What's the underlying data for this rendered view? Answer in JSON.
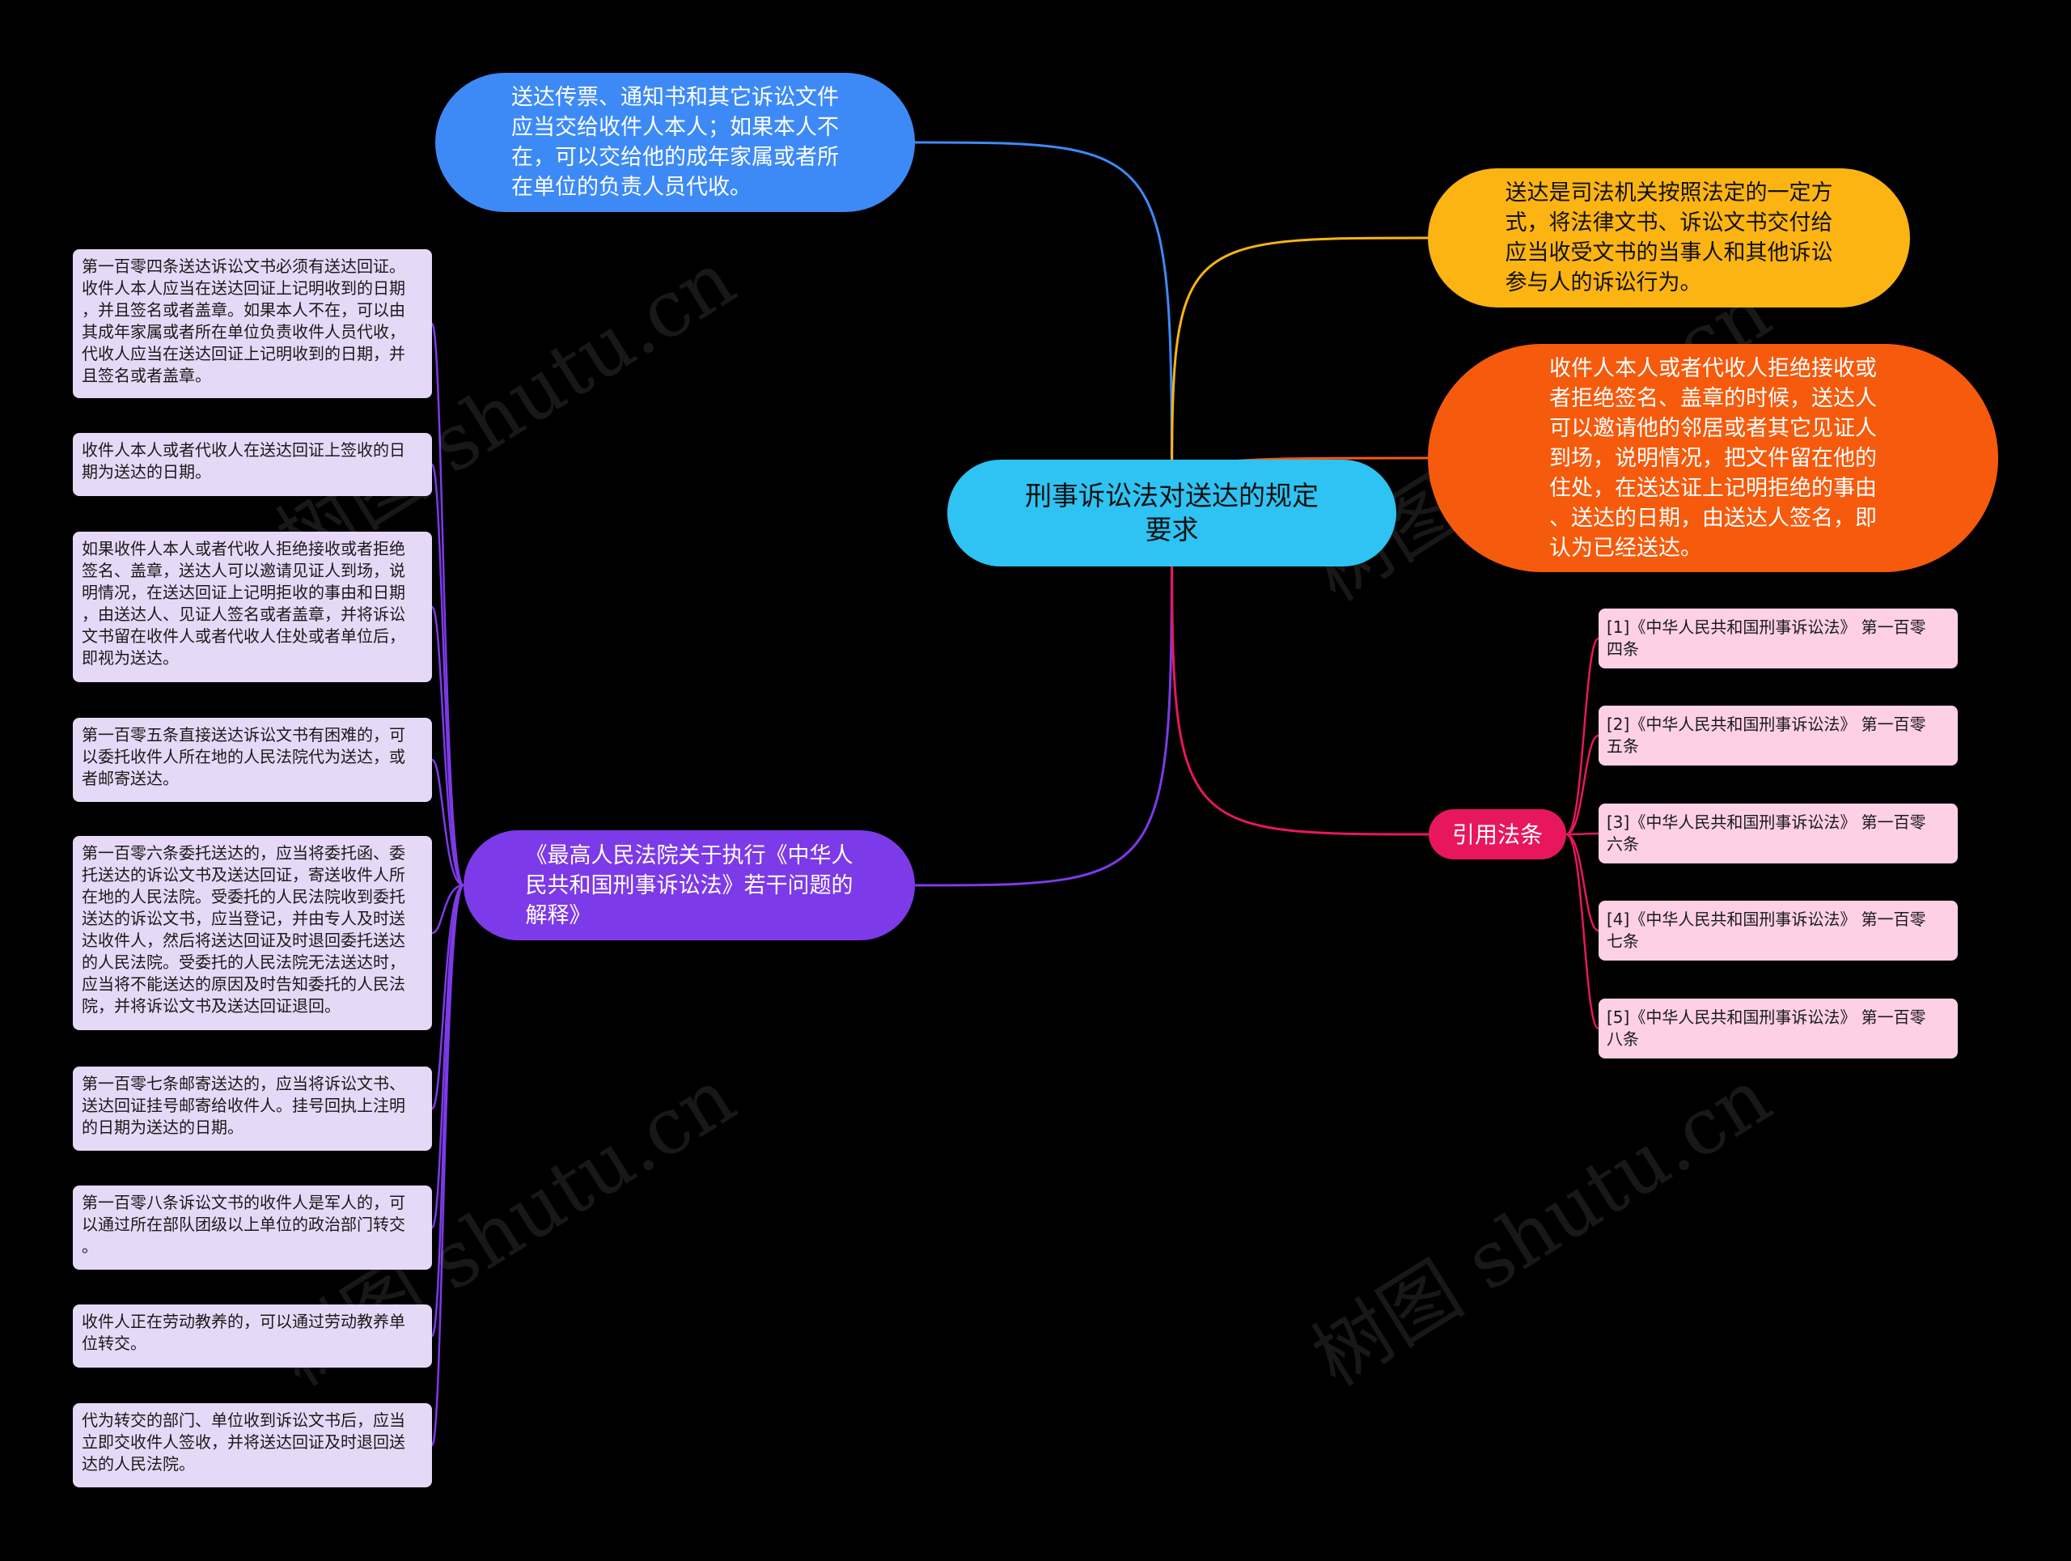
{
  "central": {
    "text": "刑事诉讼法对送达的规定\n要求",
    "color": "#2ec3f2"
  },
  "nodes": {
    "top_left": {
      "text": "送达传票、通知书和其它诉讼文件\n应当交给收件人本人；如果本人不\n在，可以交给他的成年家属或者所\n在单位的负责人员代收。",
      "color": "#3d8af7"
    },
    "right_top": {
      "text": "送达是司法机关按照法定的一定方\n式，将法律文书、诉讼文书交付给\n应当收受文书的当事人和其他诉讼\n参与人的诉讼行为。",
      "color": "#fbb412"
    },
    "right_mid": {
      "text": "收件人本人或者代收人拒绝接收或\n者拒绝签名、盖章的时候，送达人\n可以邀请他的邻居或者其它见证人\n到场，说明情况，把文件留在他的\n住处，在送达证上记明拒绝的事由\n、送达的日期，由送达人签名，即\n认为已经送达。",
      "color": "#f65a0c"
    },
    "interpretation": {
      "text": "《最高人民法院关于执行《中华人\n民共和国刑事诉讼法》若干问题的\n解释》",
      "color": "#7d3ae8"
    },
    "citations": {
      "text": "引用法条",
      "color": "#e8175d"
    }
  },
  "left_items": [
    "第一百零四条送达诉讼文书必须有送达回证。\n收件人本人应当在送达回证上记明收到的日期\n，并且签名或者盖章。如果本人不在，可以由\n其成年家属或者所在单位负责收件人员代收，\n代收人应当在送达回证上记明收到的日期，并\n且签名或者盖章。",
    "收件人本人或者代收人在送达回证上签收的日\n期为送达的日期。",
    "如果收件人本人或者代收人拒绝接收或者拒绝\n签名、盖章，送达人可以邀请见证人到场，说\n明情况，在送达回证上记明拒收的事由和日期\n，由送达人、见证人签名或者盖章，并将诉讼\n文书留在收件人或者代收人住处或者单位后，\n即视为送达。",
    "第一百零五条直接送达诉讼文书有困难的，可\n以委托收件人所在地的人民法院代为送达，或\n者邮寄送达。",
    "第一百零六条委托送达的，应当将委托函、委\n托送达的诉讼文书及送达回证，寄送收件人所\n在地的人民法院。受委托的人民法院收到委托\n送达的诉讼文书，应当登记，并由专人及时送\n达收件人，然后将送达回证及时退回委托送达\n的人民法院。受委托的人民法院无法送达时，\n应当将不能送达的原因及时告知委托的人民法\n院，并将诉讼文书及送达回证退回。",
    "第一百零七条邮寄送达的，应当将诉讼文书、\n送达回证挂号邮寄给收件人。挂号回执上注明\n的日期为送达的日期。",
    "第一百零八条诉讼文书的收件人是军人的，可\n以通过所在部队团级以上单位的政治部门转交\n。",
    "收件人正在劳动教养的，可以通过劳动教养单\n位转交。",
    "代为转交的部门、单位收到诉讼文书后，应当\n立即交收件人签收，并将送达回证及时退回送\n达的人民法院。"
  ],
  "references": [
    "[1]《中华人民共和国刑事诉讼法》 第一百零\n四条",
    "[2]《中华人民共和国刑事诉讼法》 第一百零\n五条",
    "[3]《中华人民共和国刑事诉讼法》 第一百零\n六条",
    "[4]《中华人民共和国刑事诉讼法》 第一百零\n七条",
    "[5]《中华人民共和国刑事诉讼法》 第一百零\n八条"
  ],
  "watermarks": [
    "树图 shutu.cn",
    "树图 shutu.cn",
    "树图 shutu.cn",
    "树图 shutu.cn"
  ]
}
